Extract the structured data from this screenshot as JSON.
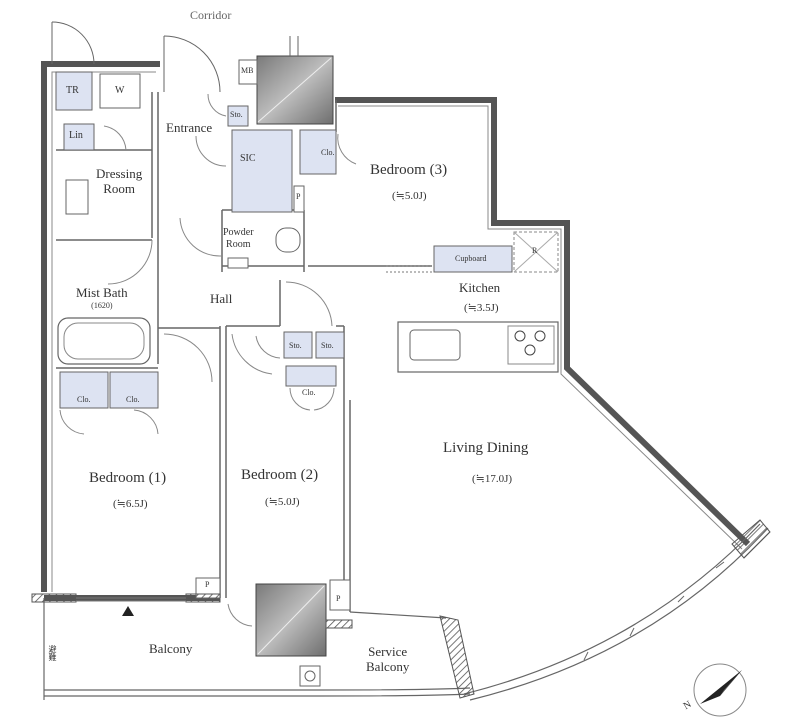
{
  "plan": {
    "corridor": "Corridor",
    "rooms": {
      "tr": "TR",
      "w": "W",
      "lin": "Lin",
      "dressing": "Dressing",
      "dressing2": "Room",
      "mist_bath": "Mist Bath",
      "mist_bath_size": "(1620)",
      "entrance": "Entrance",
      "sto_entrance": "Sto.",
      "sic": "SIC",
      "clo_bed3": "Clo.",
      "p_upper": "P",
      "powder": "Powder",
      "powder2": "Room",
      "hall": "Hall",
      "bedroom3": "Bedroom (3)",
      "bedroom3_area": "(≒5.0J)",
      "cupboard": "Cupboard",
      "r": "R",
      "kitchen": "Kitchen",
      "kitchen_area": "(≒3.5J)",
      "sto1": "Sto.",
      "sto2": "Sto.",
      "clo_bed2": "Clo.",
      "clo_a": "Clo.",
      "clo_b": "Clo.",
      "bedroom1": "Bedroom (1)",
      "bedroom1_area": "(≒6.5J)",
      "bedroom2": "Bedroom (2)",
      "bedroom2_area": "(≒5.0J)",
      "living": "Living Dining",
      "living_area": "(≒17.0J)",
      "p_bed1": "P",
      "p_lower": "P",
      "balcony": "Balcony",
      "service": "Service",
      "service2": "Balcony",
      "vertical_note": "避難",
      "compass": "N"
    }
  }
}
